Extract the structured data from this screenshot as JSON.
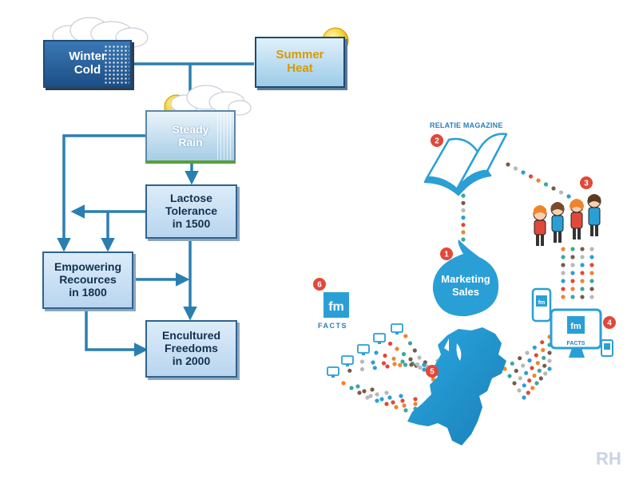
{
  "flowchart": {
    "winter": "Winter\nCold",
    "summer": "Summer\nHeat",
    "rain": "Steady\nRain",
    "lactose": "Lactose\nTolerance\nin 1500",
    "empowering": "Empowering\nRecources\nin 1800",
    "encultured": "Encultured\nFreedoms\nin 2000"
  },
  "infographic": {
    "magazine_title": "RELATIE MAGAZINE",
    "center_bubble": "Marketing\nSales",
    "fm_logo_text": "fm",
    "facts_label": "FACTS",
    "monitor_facts_label": "FACTS",
    "badges": [
      "1",
      "2",
      "3",
      "4",
      "5",
      "6"
    ]
  },
  "watermark": "RH",
  "colors": {
    "accent_blue": "#2a9fd6",
    "badge_red": "#e0493a",
    "dark_navy": "#1e4a74",
    "dot_orange": "#f0842c",
    "dot_teal": "#3aa7a0",
    "dot_brown": "#7a5a48",
    "dot_gray": "#b8b8b8",
    "dot_blue": "#2a9fd6",
    "dot_red": "#e0493a"
  }
}
